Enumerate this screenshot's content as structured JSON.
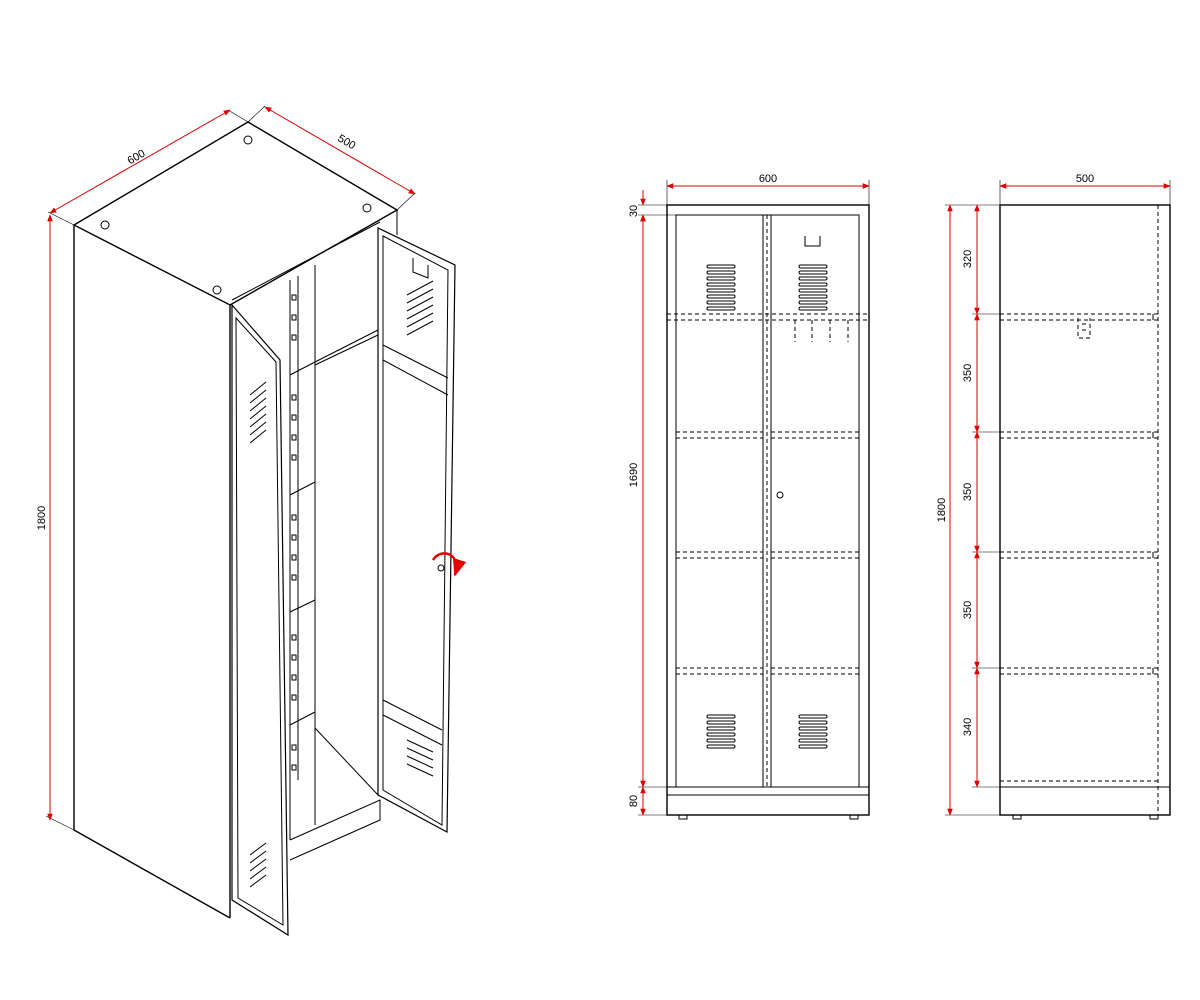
{
  "isometric_view": {
    "width_label": "600",
    "depth_label": "500",
    "height_label": "1800"
  },
  "front_view": {
    "width_label": "600",
    "top_gap_label": "30",
    "door_height_label": "1690",
    "plinth_label": "80"
  },
  "side_view": {
    "depth_label": "500",
    "height_label": "1800",
    "shelf_spacing_labels": [
      "320",
      "350",
      "350",
      "350",
      "340"
    ]
  },
  "colors": {
    "dimension_line": "#e00000",
    "outline": "#000000",
    "rotation_arrow": "#e00000"
  }
}
